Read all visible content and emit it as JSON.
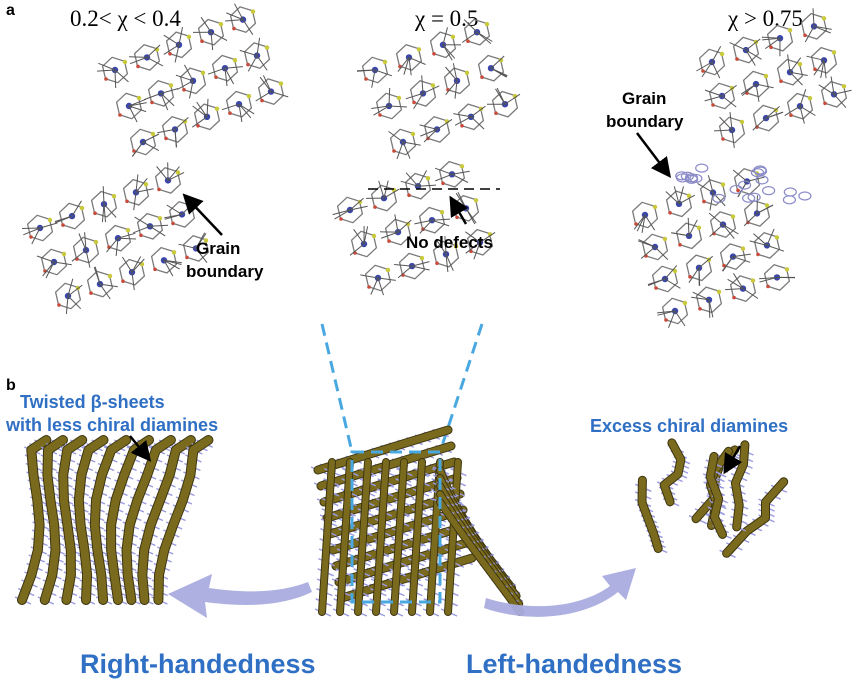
{
  "panel_a": {
    "letter": "a",
    "left": {
      "title": "0.2< χ < 0.4",
      "annotation_line1": "Grain",
      "annotation_line2": "boundary"
    },
    "center": {
      "title": "χ = 0.5",
      "annotation": "No defects"
    },
    "right": {
      "title": "χ > 0.75",
      "annotation_line1": "Grain",
      "annotation_line2": "boundary"
    }
  },
  "panel_b": {
    "letter": "b",
    "left_caption_line1": "Twisted β-sheets",
    "left_caption_line2": "with less chiral diamines",
    "right_caption": "Excess chiral diamines",
    "left_label": "Right-handedness",
    "right_label": "Left-handedness"
  },
  "colors": {
    "accent_blue": "#2f6fc4",
    "dashed_cyan": "#4aa8e0",
    "fibril": "#7a6a1e",
    "fibril_dark": "#3d3510",
    "stub": "#9a9ae0",
    "arrow_fill": "#a9acdf",
    "lattice_gray": "#7a7a7a",
    "lattice_blue": "#3a46a8",
    "lattice_yellow": "#c9c93a"
  },
  "icons": {
    "annotation_arrow": "arrow-icon",
    "curved_arrow": "curved-arrow-icon"
  }
}
